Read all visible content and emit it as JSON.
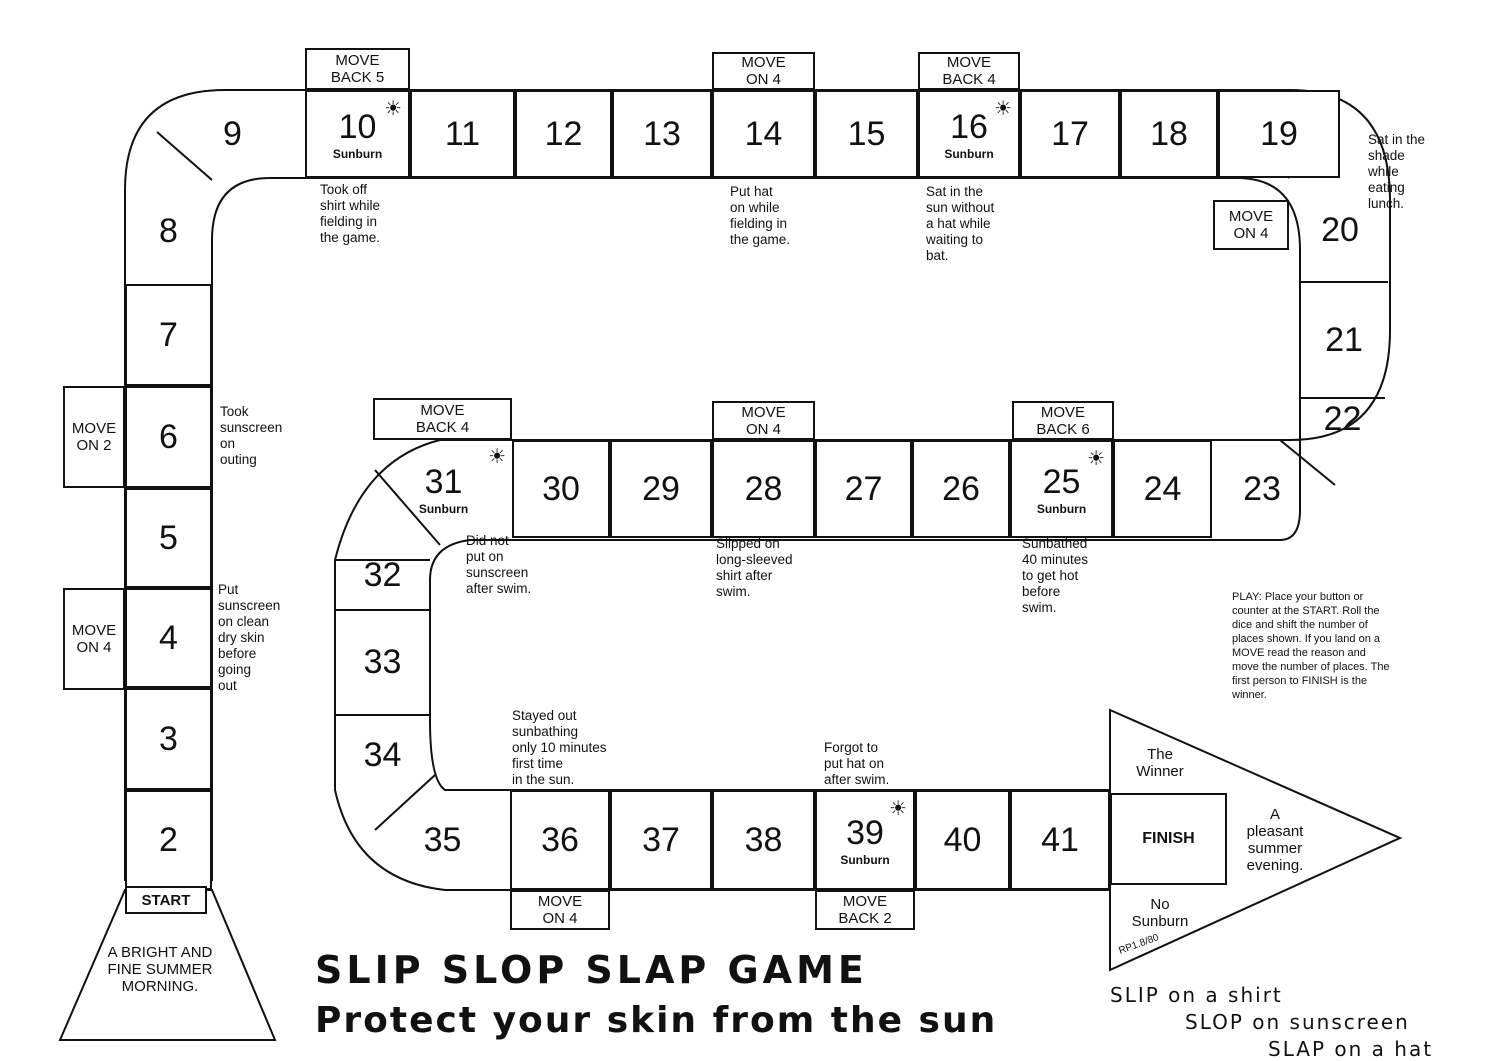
{
  "title": "SLIP SLOP SLAP GAME",
  "subtitle": "Protect your skin from the sun",
  "start_label": "START",
  "start_text": "A BRIGHT AND\nFINE SUMMER\nMORNING.",
  "finish_label": "FINISH",
  "arrow_texts": {
    "winner": "The\nWinner",
    "no_sunburn": "No\nSunburn",
    "evening": "A\npleasant\nsummer\nevening.",
    "code": "RP1.8/80"
  },
  "sunburn_label": "Sunburn",
  "squares": [
    "2",
    "3",
    "4",
    "5",
    "6",
    "7",
    "8",
    "9",
    "10",
    "11",
    "12",
    "13",
    "14",
    "15",
    "16",
    "17",
    "18",
    "19",
    "20",
    "21",
    "22",
    "23",
    "24",
    "25",
    "26",
    "27",
    "28",
    "29",
    "30",
    "31",
    "32",
    "33",
    "34",
    "35",
    "36",
    "37",
    "38",
    "39",
    "40",
    "41"
  ],
  "moves": [
    {
      "text": "MOVE\nON 4",
      "caption": "Put\nsunscreen\non clean\ndry skin\nbefore\ngoing\nout"
    },
    {
      "text": "MOVE\nON 2",
      "caption": "Took\nsunscreen\non\nouting"
    },
    {
      "text": "MOVE\nBACK 5",
      "caption": "Took off\nshirt while\nfielding in\nthe game."
    },
    {
      "text": "MOVE\nON 4",
      "caption": "Put hat\non while\nfielding in\nthe game."
    },
    {
      "text": "MOVE\nBACK 4",
      "caption": "Sat in the\nsun without\na hat while\nwaiting to\nbat."
    },
    {
      "text": "MOVE\nON 4",
      "caption": "Sat in the\nshade\nwhile\neating\nlunch."
    },
    {
      "text": "MOVE\nBACK 6",
      "caption": "Sunbathed\n40 minutes\nto get hot\nbefore\nswim."
    },
    {
      "text": "MOVE\nON 4",
      "caption": "Slipped on\nlong-sleeved\nshirt after\nswim."
    },
    {
      "text": "MOVE\nBACK 4",
      "caption": "Did not\nput on\nsunscreen\nafter swim."
    },
    {
      "text": "MOVE\nON 4",
      "caption": "Stayed out\nsunbathing\nonly 10 minutes\nfirst time\nin the sun."
    },
    {
      "text": "MOVE\nBACK 2",
      "caption": "Forgot to\nput hat on\nafter swim."
    }
  ],
  "play_text": "PLAY: Place your button or counter at the START. Roll the dice and shift the number of places shown. If you land on a MOVE read the reason and move the number of places. The first person to FINISH is the winner.",
  "slogans": [
    "SLIP on a shirt",
    "SLOP on sunscreen",
    "SLAP on a hat"
  ]
}
